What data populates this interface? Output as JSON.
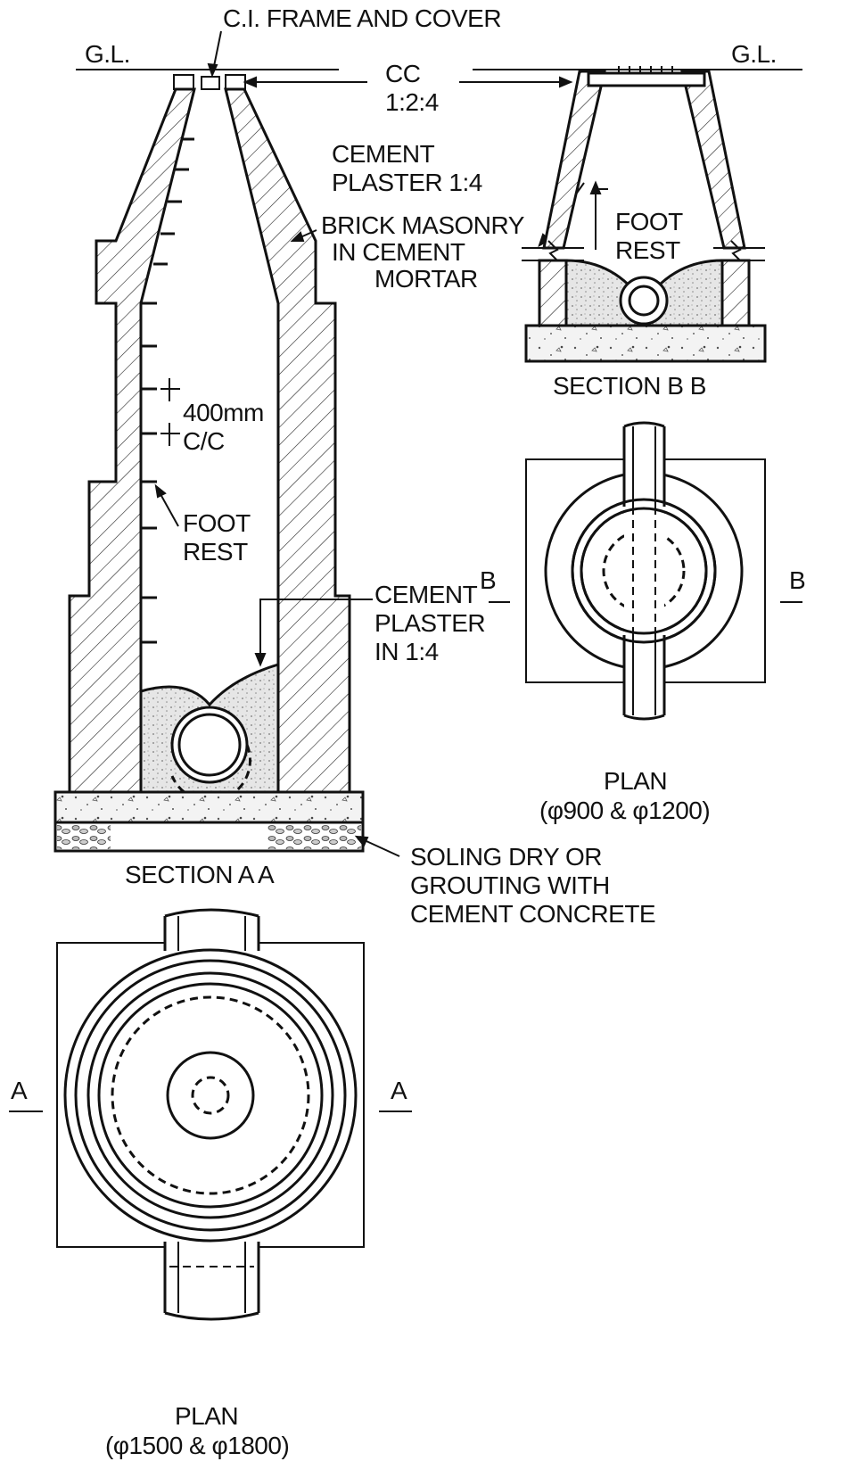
{
  "labels": {
    "ci_frame": "C.I. FRAME AND COVER",
    "gl_left": "G.L.",
    "gl_right": "G.L.",
    "cc_1": "CC",
    "cc_2": "1:2:4",
    "plaster_top_1": "CEMENT",
    "plaster_top_2": "PLASTER 1:4",
    "brick_1": "BRICK MASONRY",
    "brick_2": "IN CEMENT",
    "brick_3": "MORTAR",
    "footrest_b_1": "FOOT",
    "footrest_b_2": "REST",
    "spacing_1": "400mm",
    "spacing_2": "C/C",
    "footrest_a_1": "FOOT",
    "footrest_a_2": "REST",
    "plaster_in_1": "CEMENT",
    "plaster_in_2": "PLASTER",
    "plaster_in_3": "IN 1:4",
    "section_bb": "SECTION B B",
    "plan_small_1": "PLAN",
    "plan_small_2": "(φ900 & φ1200)",
    "cut_b_left": "B",
    "cut_b_right": "B",
    "soling_1": "SOLING DRY OR",
    "soling_2": "GROUTING WITH",
    "soling_3": "CEMENT CONCRETE",
    "section_aa": "SECTION A A",
    "cut_a_left": "A",
    "cut_a_right": "A",
    "plan_large_1": "PLAN",
    "plan_large_2": "(φ1500 & φ1800)"
  }
}
